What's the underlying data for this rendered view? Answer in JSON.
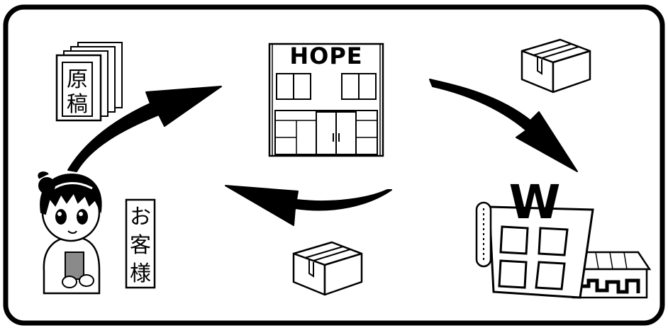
{
  "company": {
    "sign": "HOPE"
  },
  "manuscript": {
    "label_line1": "原",
    "label_line2": "稿"
  },
  "customer": {
    "label_line1": "お",
    "label_line2": "客",
    "label_line3": "様"
  },
  "printer": {
    "sign": "W"
  },
  "colors": {
    "ink": "#000000",
    "paper": "#ffffff",
    "book": "#8a8a8a"
  }
}
